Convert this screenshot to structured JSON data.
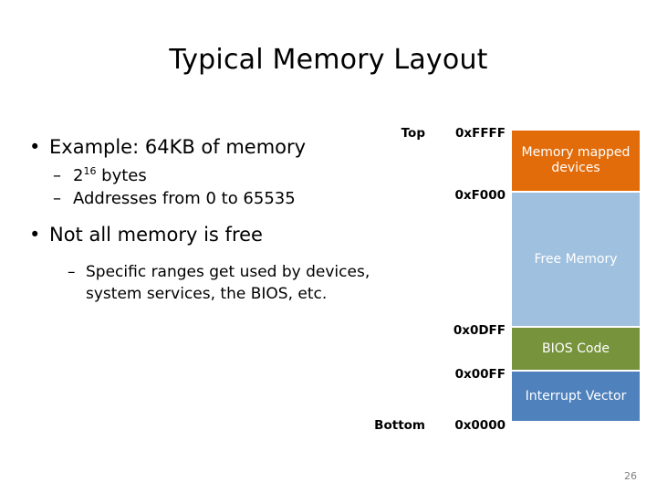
{
  "slide": {
    "title": "Typical Memory Layout",
    "page_number": "26",
    "bullets": {
      "bullet1": "Example: 64KB of memory",
      "sub1_prefix": "2",
      "sub1_exp": "16",
      "sub1_suffix": " bytes",
      "sub2": "Addresses from 0 to 65535",
      "bullet2": "Not all memory is free",
      "sub3": "Specific ranges get used by devices, system services, the BIOS, etc.",
      "bullet_glyph": "•",
      "dash_glyph": "–"
    },
    "diagram": {
      "top_label": "Top",
      "bottom_label": "Bottom",
      "addresses": {
        "top": "0xFFFF",
        "f000": "0xF000",
        "zero_dff": "0x0DFF",
        "zero_0ff": "0x00FF",
        "zero_000": "0x0000"
      },
      "blocks": [
        {
          "label": "Memory mapped devices",
          "color": "#E36C0A"
        },
        {
          "label": "Free Memory",
          "color": "#9FC0DE"
        },
        {
          "label": "BIOS Code",
          "color": "#77933C"
        },
        {
          "label": "Interrupt Vector",
          "color": "#4F81BD"
        }
      ]
    }
  }
}
